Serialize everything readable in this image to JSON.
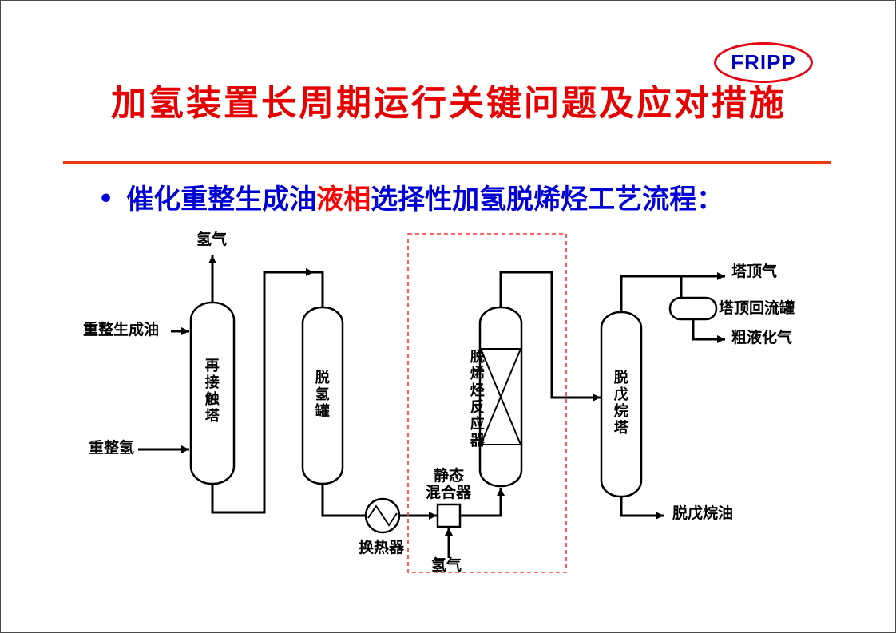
{
  "slide": {
    "logo": "FRIPP",
    "title": "加氢装置长周期运行关键问题及应对措施",
    "bullet": {
      "marker": "•",
      "pre": "催化重整生成油",
      "highlight": "液相",
      "post": "选择性加氢脱烯烃工艺流程："
    }
  },
  "diagram": {
    "labels": {
      "hydrogen_top": "氢气",
      "reformate_feed": "重整生成油",
      "recontact_tower": "再接触塔",
      "reformer_hydrogen": "重整氢",
      "dehydrogen_drum": "脱氢罐",
      "heat_exchanger": "换热器",
      "static_mixer_l1": "静态",
      "static_mixer_l2": "混合器",
      "hydrogen_bottom": "氢气",
      "deolefin_reactor": "脱烯烃反应器",
      "depentanizer": "脱戊烷塔",
      "overhead_gas": "塔顶气",
      "reflux_drum": "塔顶回流罐",
      "crude_lpg": "粗液化气",
      "depentanized_oil": "脱戊烷油"
    }
  },
  "colors": {
    "title-red": "#e60000",
    "accent-red": "#e8380d",
    "bullet-blue": "#0000d4",
    "highlight-red": "#ff0000",
    "logo-blue": "#0000bb",
    "logo-border": "#e60012",
    "line-black": "#000000",
    "dashed-red": "#ff3333"
  }
}
